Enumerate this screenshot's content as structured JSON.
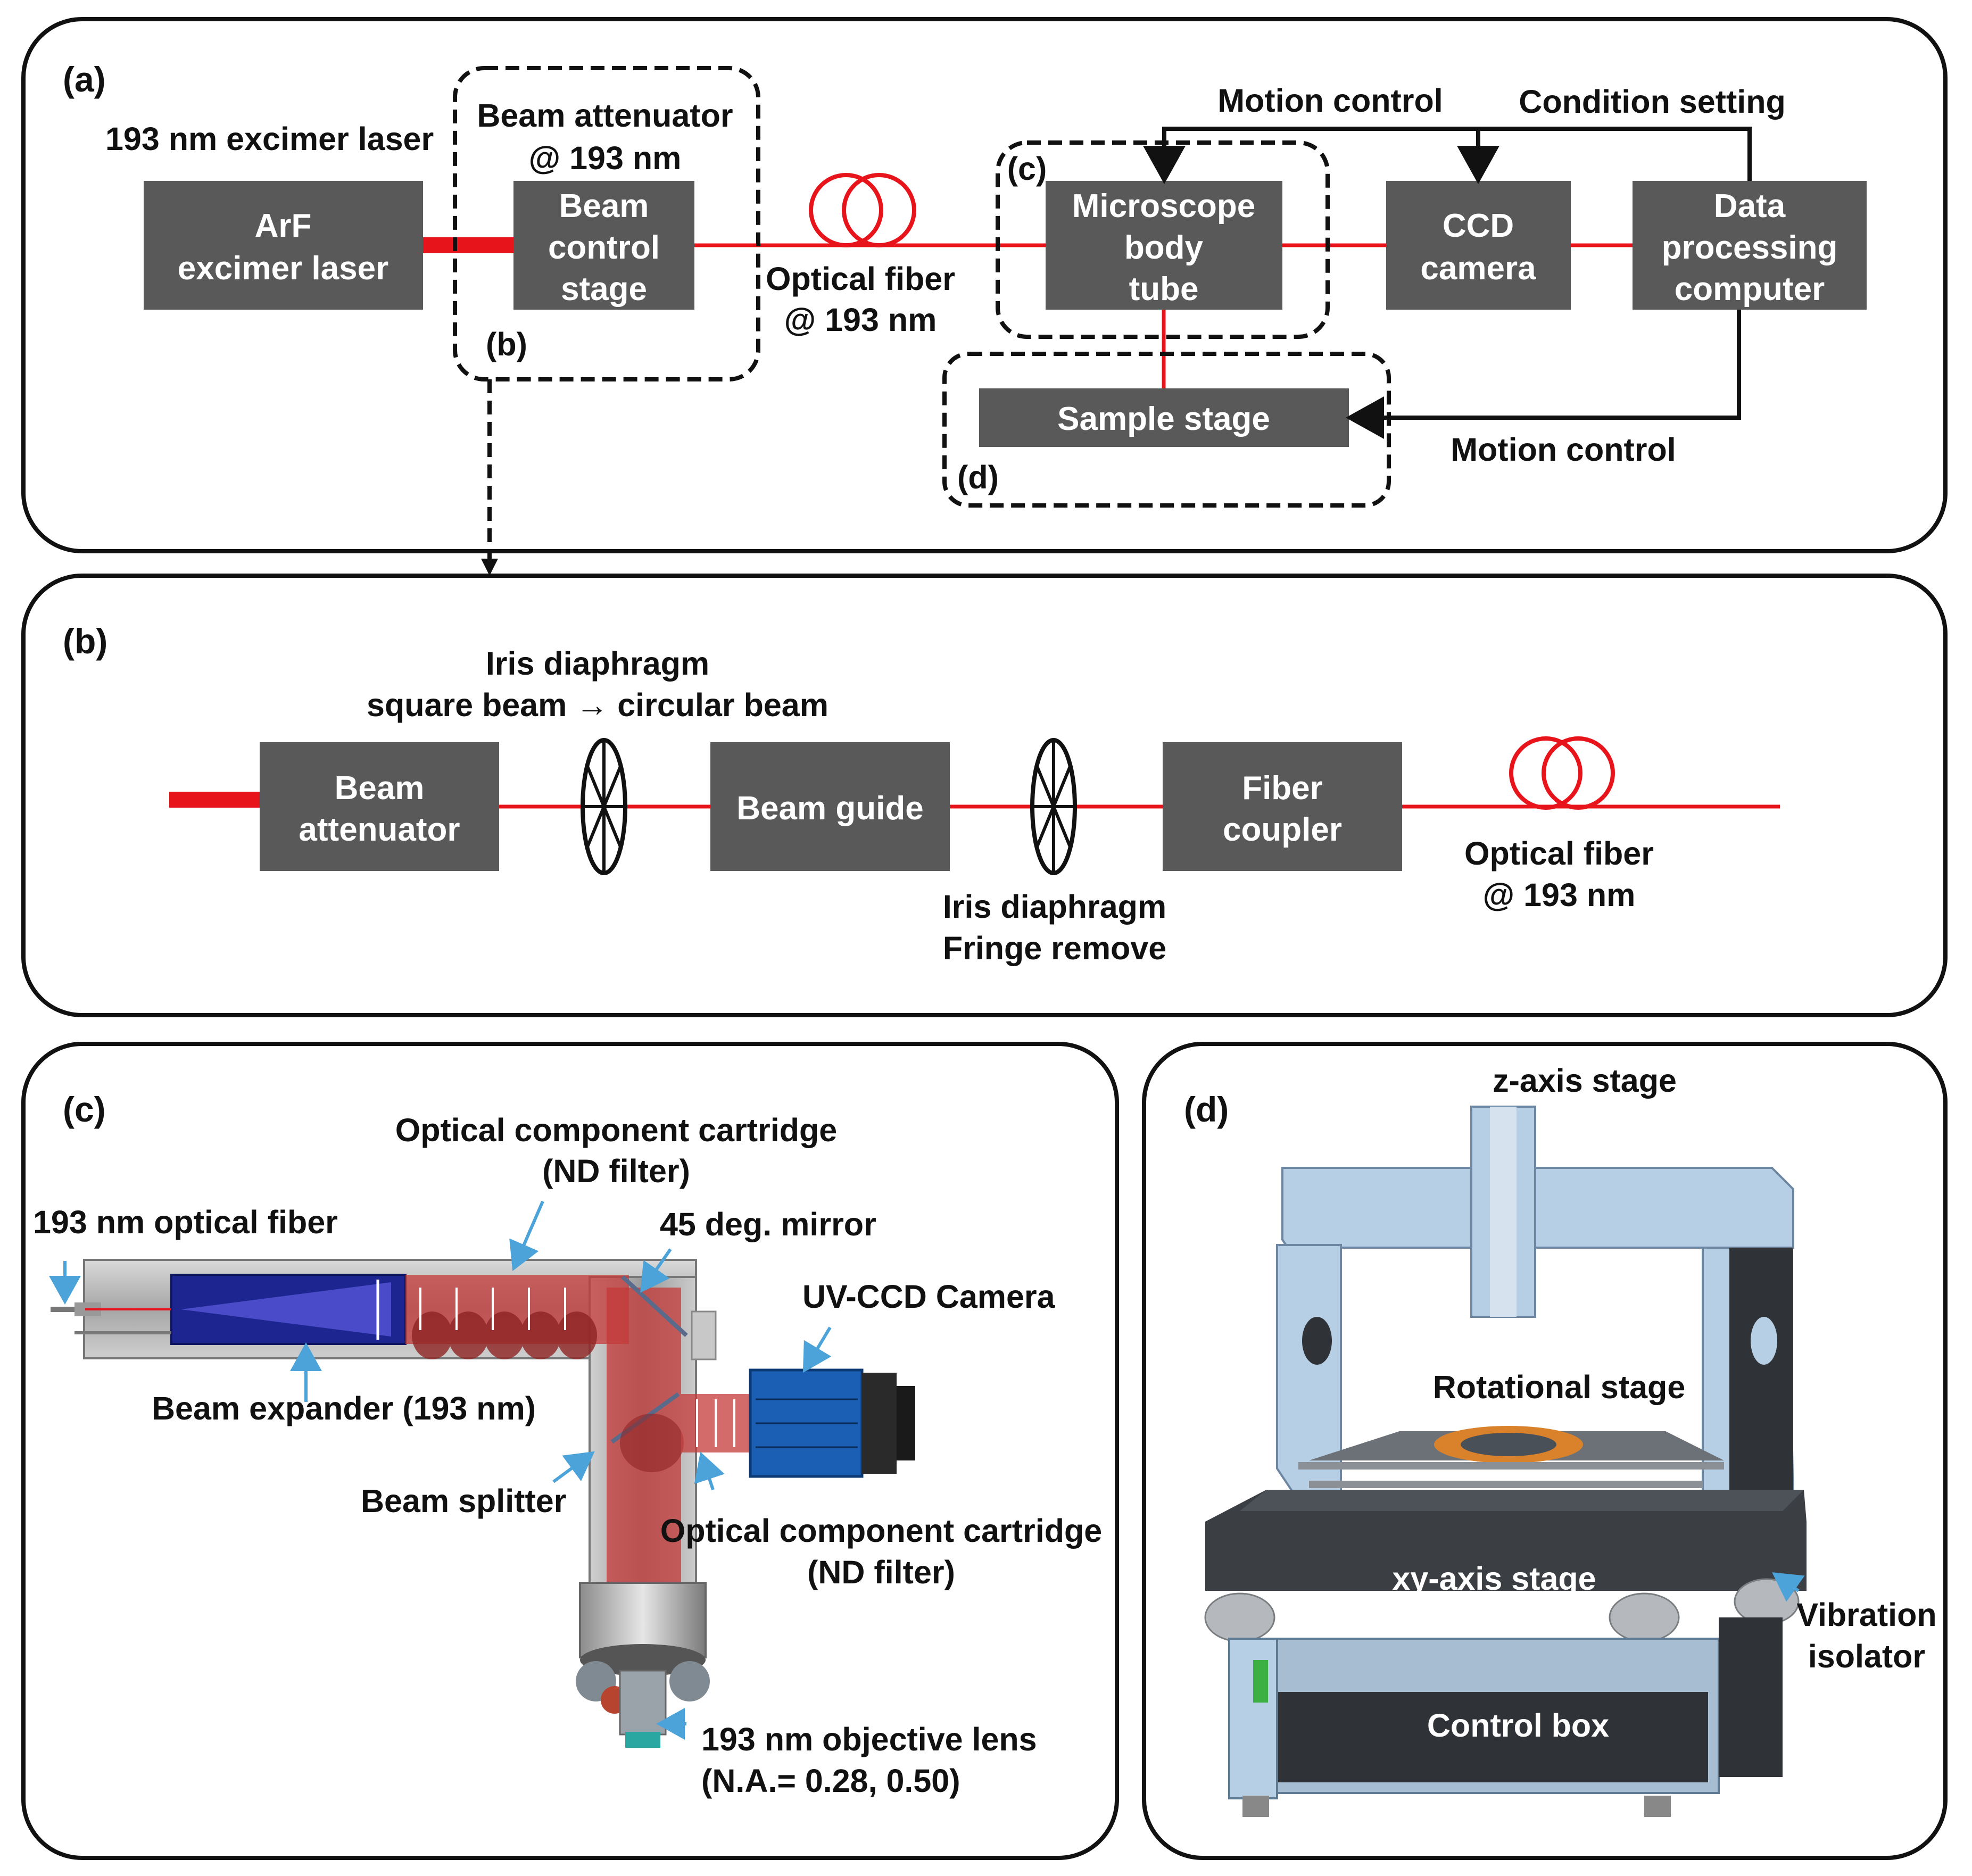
{
  "panels": {
    "a": {
      "label": "(a)",
      "laser_label": "193 nm excimer laser",
      "arf_box": [
        "ArF",
        "excimer laser"
      ],
      "attenuator_label": [
        "Beam attenuator",
        "@ 193 nm"
      ],
      "beam_control_box": [
        "Beam",
        "control",
        "stage"
      ],
      "sub_b": "(b)",
      "fiber_label": [
        "Optical fiber",
        "@ 193 nm"
      ],
      "sub_c": "(c)",
      "microscope_box": [
        "Microscope",
        "body",
        "tube"
      ],
      "ccd_box": [
        "CCD",
        "camera"
      ],
      "computer_box": [
        "Data",
        "processing",
        "computer"
      ],
      "motion_control_top": "Motion control",
      "condition_setting": "Condition setting",
      "sample_stage_box": "Sample stage",
      "sub_d": "(d)",
      "motion_control_bottom": "Motion control"
    },
    "b": {
      "label": "(b)",
      "iris1_label": [
        "Iris diaphragm",
        "square beam → circular beam"
      ],
      "attenuator_box": [
        "Beam",
        "attenuator"
      ],
      "guide_box": "Beam guide",
      "coupler_box": [
        "Fiber",
        "coupler"
      ],
      "iris2_label": [
        "Iris diaphragm",
        "Fringe remove"
      ],
      "fiber_label": [
        "Optical fiber",
        "@ 193 nm"
      ]
    },
    "c": {
      "label": "(c)",
      "cartridge_top": [
        "Optical component cartridge",
        "(ND filter)"
      ],
      "fiber_in": "193 nm optical fiber",
      "mirror": "45 deg. mirror",
      "camera": "UV-CCD Camera",
      "expander": "Beam expander (193 nm)",
      "splitter": "Beam splitter",
      "cartridge_side": [
        "Optical component cartridge",
        "(ND filter)"
      ],
      "objective": [
        "193 nm objective lens",
        "(N.A.= 0.28, 0.50)"
      ]
    },
    "d": {
      "label": "(d)",
      "z_stage": "z-axis stage",
      "rot_stage": "Rotational stage",
      "xy_stage": "xy-axis stage",
      "isolator": [
        "Vibration",
        "isolator"
      ],
      "control_box": "Control box"
    }
  },
  "colors": {
    "box_fill": "#595959",
    "beam": "#e8141b",
    "callout_arrow": "#4ba3d9",
    "frame_blue": "#b7cfe4",
    "frame_dark": "#2f3236"
  }
}
